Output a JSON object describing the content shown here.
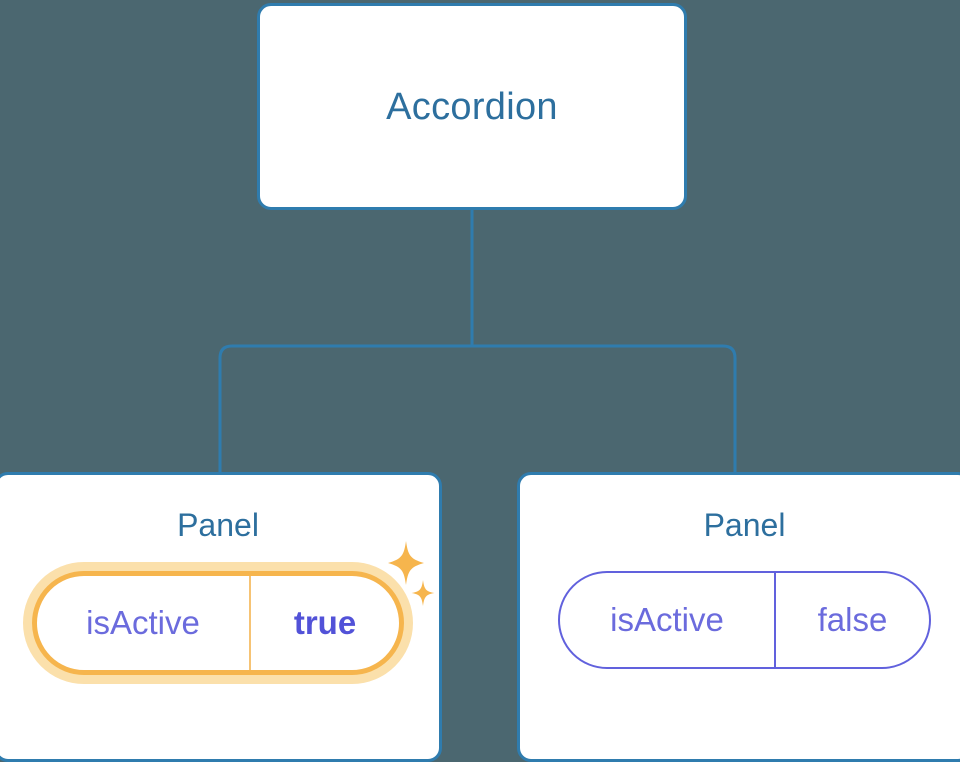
{
  "diagram": {
    "type": "component-tree",
    "background_color": "#4b6770",
    "connector_color": "#2f7cae",
    "node_border_color": "#2f7cae",
    "node_title_color": "#2d6f9e",
    "prop_color": "#6b6bdd",
    "highlight_color": "#f6b54d",
    "highlight_glow_color": "#fbe0ab",
    "root": {
      "title": "Accordion"
    },
    "children": [
      {
        "title": "Panel",
        "highlighted": true,
        "prop": {
          "key": "isActive",
          "value": "true"
        },
        "sparkle_large": "sparkle-icon",
        "sparkle_small": "sparkle-icon"
      },
      {
        "title": "Panel",
        "highlighted": false,
        "prop": {
          "key": "isActive",
          "value": "false"
        }
      }
    ]
  }
}
